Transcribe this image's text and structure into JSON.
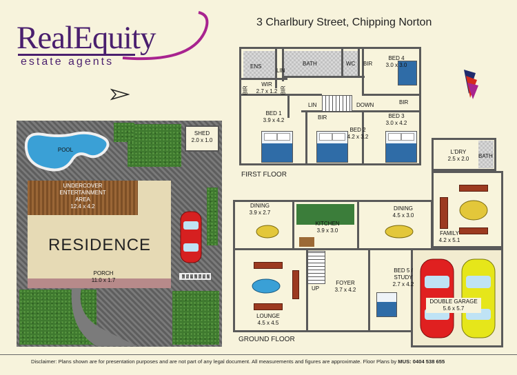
{
  "brand": {
    "name_part1": "Real",
    "name_part2": "Equity",
    "tagline": "estate agents",
    "colors": {
      "purple": "#4a1f6e",
      "magenta": "#a8238f",
      "navy": "#1f2a6d",
      "red": "#d42b1e"
    }
  },
  "address": "3 Charlbury Street, Chipping Norton",
  "compass_icon": "north-arrow-icon",
  "site": {
    "pool": "POOL",
    "shed_name": "SHED",
    "shed_dim": "2.0 x 1.0",
    "entertain_line1": "UNDERCOVER",
    "entertain_line2": "ENTERTAINMENT",
    "entertain_line3": "AREA",
    "entertain_dim": "12.4 x 4.2",
    "residence": "RESIDENCE",
    "porch_name": "PORCH",
    "porch_dim": "11.0 x 1.7"
  },
  "first_floor": {
    "label": "FIRST FLOOR",
    "ens": "ENS",
    "lin": "LIN",
    "bath": "BATH",
    "wc": "WC",
    "bir": "BIR",
    "bed4_name": "BED 4",
    "bed4_dim": "3.0 x 3.0",
    "wir_name": "WIR",
    "wir_dim": "2.7 x 1.2",
    "down": "DOWN",
    "bed1_name": "BED 1",
    "bed1_dim": "3.9 x 4.2",
    "bed2_name": "BED 2",
    "bed2_dim": "4.2 x 3.2",
    "bed3_name": "BED 3",
    "bed3_dim": "3.0 x 4.2"
  },
  "ground_floor": {
    "label": "GROUND FLOOR",
    "dining1_name": "DINING",
    "dining1_dim": "3.9 x 2.7",
    "kitchen_name": "KITCHEN",
    "kitchen_dim": "3.9 x 3.0",
    "dining2_name": "DINING",
    "dining2_dim": "4.5 x 3.0",
    "ldry_name": "L'DRY",
    "ldry_dim": "2.5 x 2.0",
    "bath": "BATH",
    "family_name": "FAMILY",
    "family_dim": "4.2 x 5.1",
    "lounge_name": "LOUNGE",
    "lounge_dim": "4.5 x 4.5",
    "up": "UP",
    "foyer_name": "FOYER",
    "foyer_dim": "3.7 x 4.2",
    "bed5_name": "BED 5 /",
    "bed5_line2": "STUDY",
    "bed5_dim": "2.7 x 4.2",
    "garage_name": "DOUBLE GARAGE",
    "garage_dim": "5.6 x 5.7"
  },
  "disclaimer": "Disclaimer: Plans shown are for presentation purposes and are not part of any legal document. All measurements and figures are approximate. Floor Plans by ",
  "disclaimer_bold": "MUS: 0404 538 655"
}
